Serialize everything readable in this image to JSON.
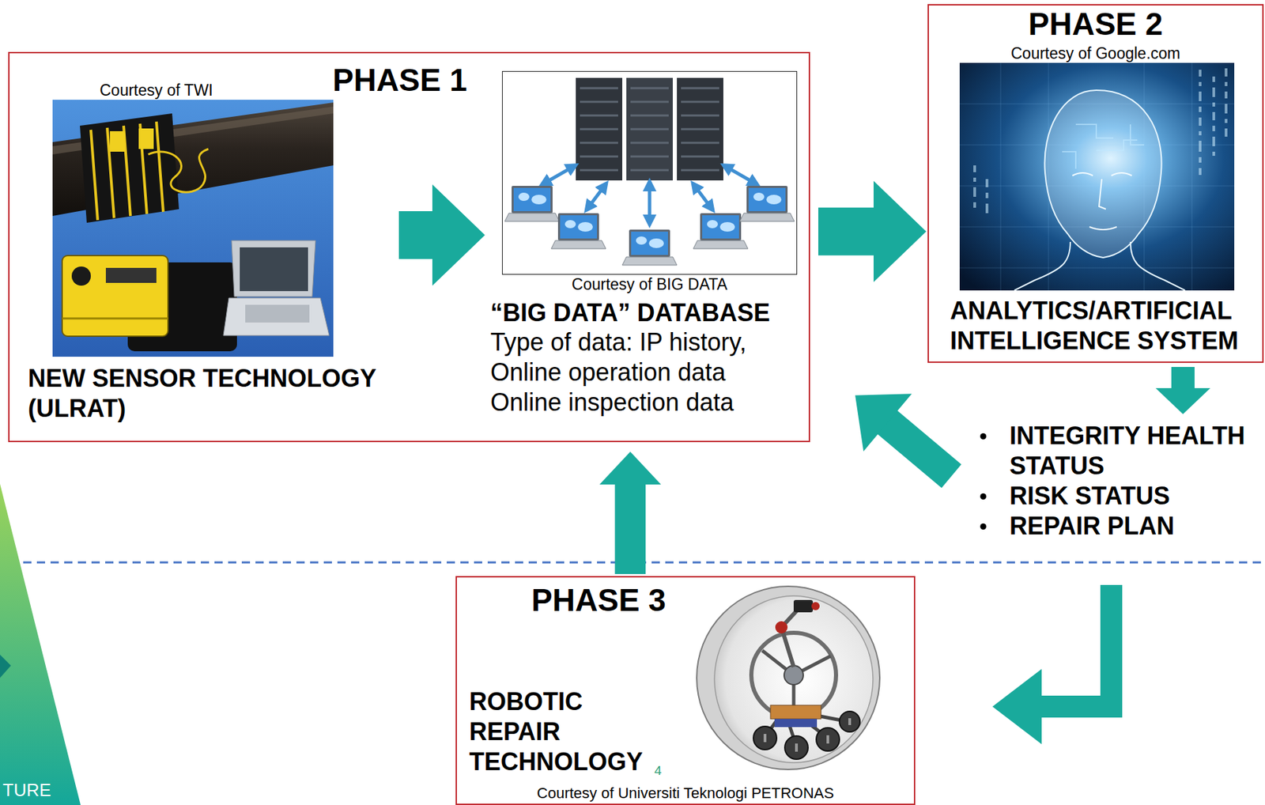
{
  "diagram": {
    "nodes": [
      {
        "text": [
          "PHASE 1"
        ]
      },
      {
        "text": [
          "Courtesy of TWI",
          "NEW SENSOR TECHNOLOGY (ULRAT)"
        ],
        "in": 0
      },
      {
        "text": [
          "Courtesy of BIG DATA",
          "“BIG DATA” DATABASE",
          "Type of data: IP history, Online operation data Online inspection data"
        ],
        "in": 0
      },
      {
        "text": [
          "PHASE 2",
          "Courtesy of Google.com",
          "ANALYTICS/ARTIFICIAL INTELLIGENCE SYSTEM"
        ]
      },
      {
        "text": [
          "INTEGRITY HEALTH STATUS",
          "RISK STATUS",
          "REPAIR PLAN"
        ]
      },
      {
        "text": [
          "PHASE 3",
          "ROBOTIC REPAIR TECHNOLOGY",
          "Courtesy of Universiti Teknologi PETRONAS"
        ]
      }
    ],
    "edges": [
      {
        "from": 1,
        "to": 2,
        "arrow": "to"
      },
      {
        "from": 0,
        "to": 3,
        "arrow": "to"
      },
      {
        "from": 3,
        "to": 4,
        "arrow": "to"
      },
      {
        "from": 4,
        "to": 0,
        "arrow": "to"
      },
      {
        "from": 4,
        "to": 5,
        "arrow": "to"
      },
      {
        "from": 5,
        "to": 0,
        "arrow": "to"
      }
    ],
    "labels": [
      "4",
      "TURE"
    ]
  }
}
